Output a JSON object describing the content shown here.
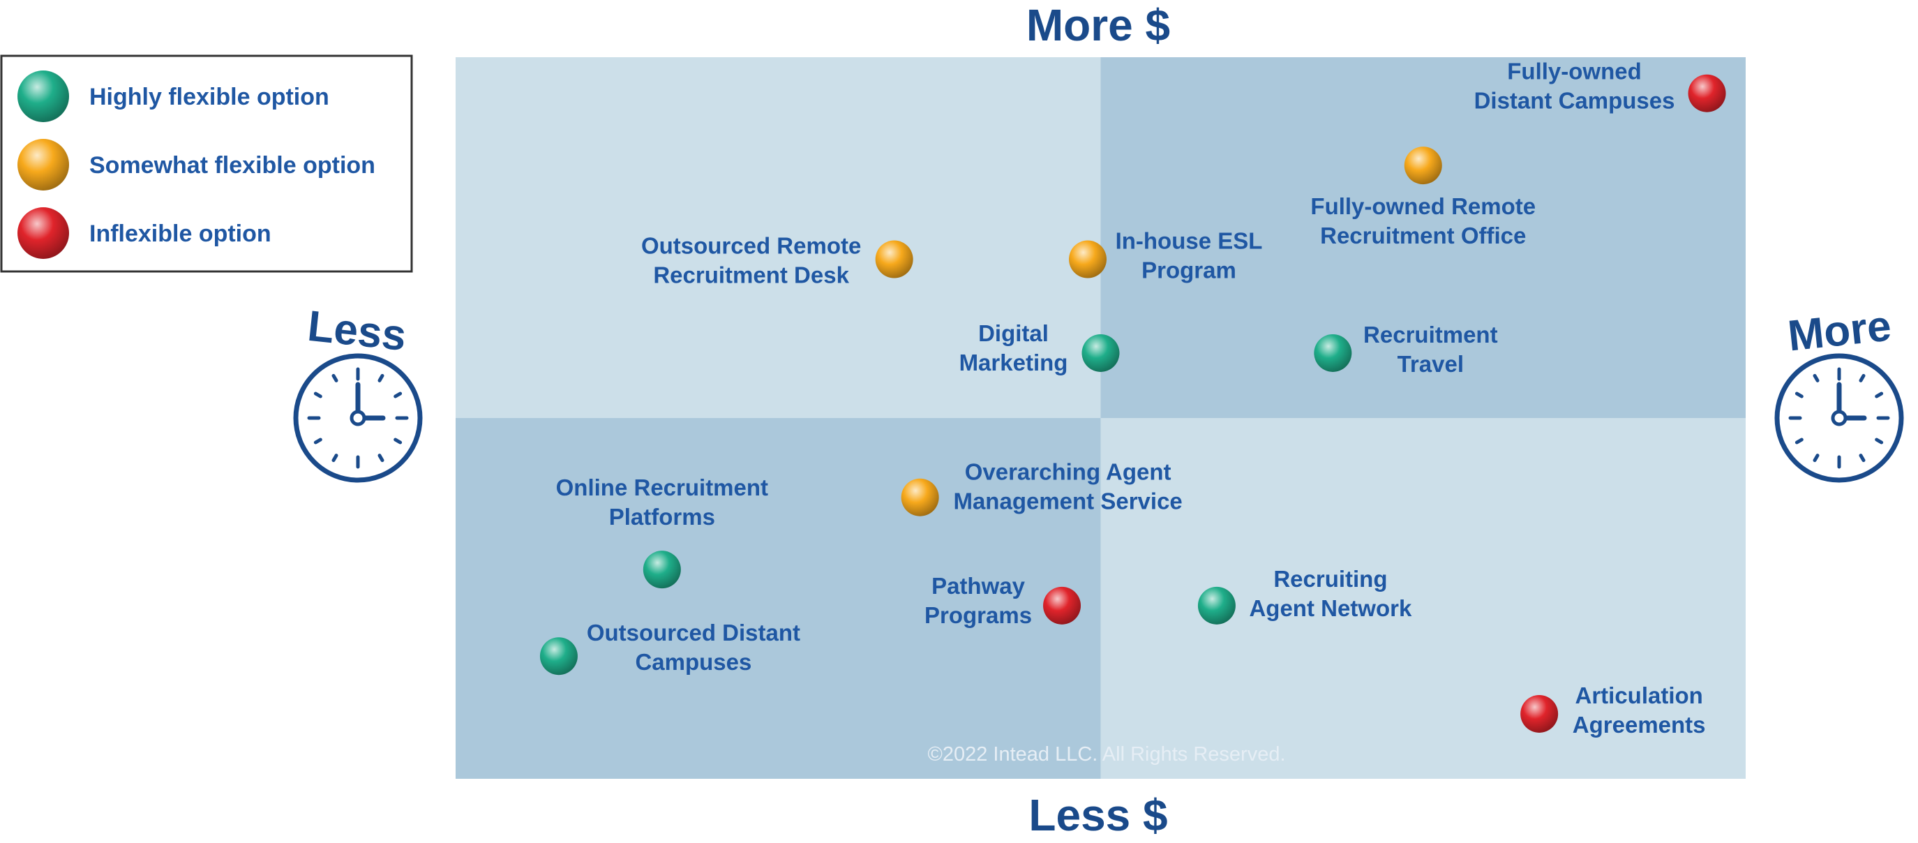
{
  "chart_data": {
    "type": "scatter",
    "title": "",
    "y_axis": {
      "top_label": "More $",
      "bottom_label": "Less $"
    },
    "x_axis": {
      "left_label": "Less",
      "right_label": "More"
    },
    "ylim": [
      0,
      100
    ],
    "xlim": [
      0,
      100
    ],
    "grid": false,
    "legend_placement": "top-left",
    "legend": [
      {
        "key": "high",
        "label": "Highly flexible option",
        "color": "#1fae8a"
      },
      {
        "key": "some",
        "label": "Somewhat flexible option",
        "color": "#f7a91c"
      },
      {
        "key": "none",
        "label": "Inflexible option",
        "color": "#e0242b"
      }
    ],
    "points": [
      {
        "label": [
          "Fully-owned",
          "Distant Campuses"
        ],
        "x": 97,
        "y": 95,
        "flex": "none"
      },
      {
        "label": [
          "Fully-owned Remote",
          "Recruitment Office"
        ],
        "x": 75,
        "y": 85,
        "flex": "some"
      },
      {
        "label": [
          "Outsourced Remote",
          "Recruitment Desk"
        ],
        "x": 34,
        "y": 72,
        "flex": "some"
      },
      {
        "label": [
          "In-house ESL",
          "Program"
        ],
        "x": 49,
        "y": 72,
        "flex": "some"
      },
      {
        "label": [
          "Digital",
          "Marketing"
        ],
        "x": 50,
        "y": 59,
        "flex": "high"
      },
      {
        "label": [
          "Recruitment",
          "Travel"
        ],
        "x": 68,
        "y": 59,
        "flex": "high"
      },
      {
        "label": [
          "Overarching Agent",
          "Management Service"
        ],
        "x": 36,
        "y": 39,
        "flex": "some"
      },
      {
        "label": [
          "Online Recruitment",
          "Platforms"
        ],
        "x": 16,
        "y": 29,
        "flex": "high"
      },
      {
        "label": [
          "Pathway",
          "Programs"
        ],
        "x": 47,
        "y": 24,
        "flex": "none"
      },
      {
        "label": [
          "Recruiting",
          "Agent Network"
        ],
        "x": 59,
        "y": 24,
        "flex": "high"
      },
      {
        "label": [
          "Outsourced Distant",
          "Campuses"
        ],
        "x": 8,
        "y": 17,
        "flex": "high"
      },
      {
        "label": [
          "Articulation",
          "Agreements"
        ],
        "x": 84,
        "y": 9,
        "flex": "none"
      }
    ],
    "quadrant_colors": {
      "light": "#ccdfe9",
      "dark": "#abc8db"
    },
    "label_color": "#1f57a3",
    "title_color": "#1a4a8a"
  },
  "copyright": "©2022 Intead LLC.  All Rights Reserved."
}
